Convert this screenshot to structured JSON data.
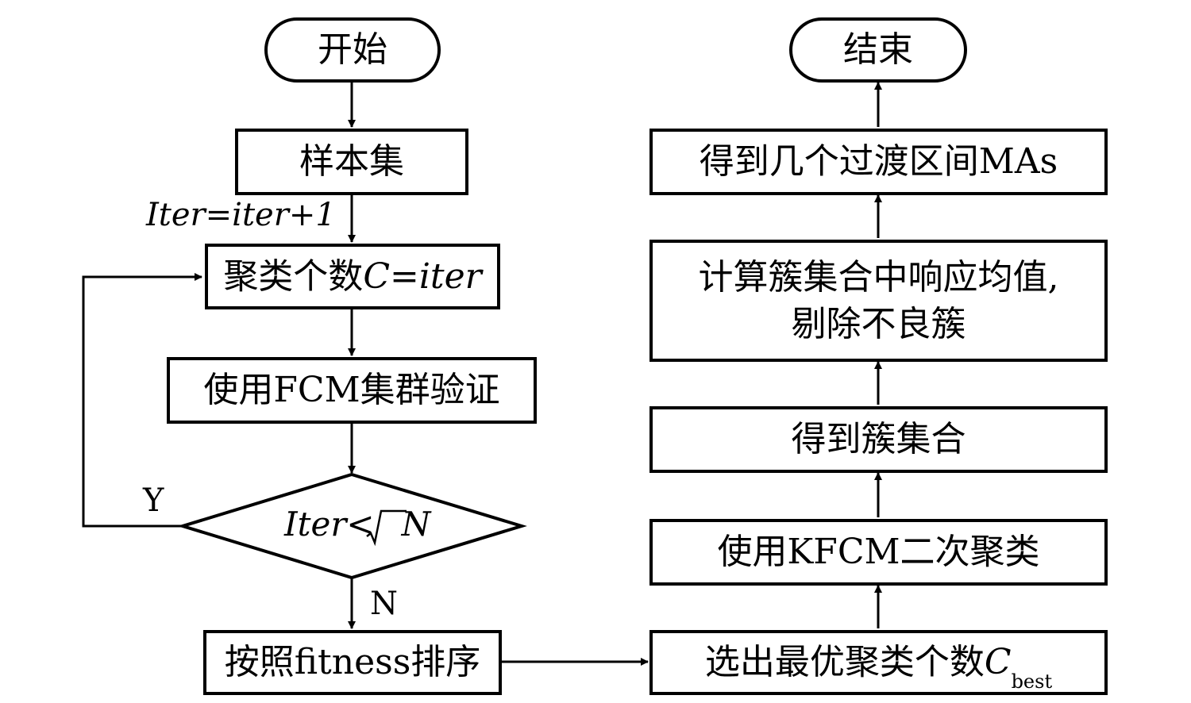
{
  "left": {
    "start": "开始",
    "sample": "样本集",
    "iter_update": "Iter=iter+1",
    "cluster_count_text": "聚类个数",
    "cluster_count_var": "C=iter",
    "fcm_validate": "使用FCM集群验证",
    "decision_var": "Iter<",
    "decision_root": "N",
    "yes": "Y",
    "no": "N",
    "sort": "按照fitness排序"
  },
  "right": {
    "select_text": "选出最优聚类个数",
    "select_var": "C",
    "select_sub": "best",
    "kfcm": "使用KFCM二次聚类",
    "get_clusters": "得到簇集合",
    "compute_line1": "计算簇集合中响应均值,",
    "compute_line2": "剔除不良簇",
    "get_mas": "得到几个过渡区间MAs",
    "end": "结束"
  }
}
